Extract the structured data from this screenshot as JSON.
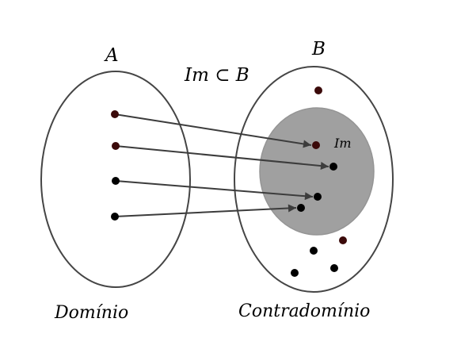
{
  "labels": {
    "set_a": "A",
    "set_b": "B",
    "relation": "Im ⊂ B",
    "image_set": "Im",
    "domain": "Domínio",
    "codomain": "Contradomínio"
  },
  "colors": {
    "outline": "#454545",
    "image_fill": "#a0a0a0",
    "image_stroke": "#959595",
    "point_black": "#000000",
    "point_dark_red": "#3b0a0a",
    "arrow": "#3c3c3c"
  },
  "mapping": [
    {
      "from": "a1",
      "to": "im1"
    },
    {
      "from": "a2",
      "to": "im2"
    },
    {
      "from": "a3",
      "to": "im3"
    },
    {
      "from": "a4",
      "to": "im4"
    }
  ]
}
